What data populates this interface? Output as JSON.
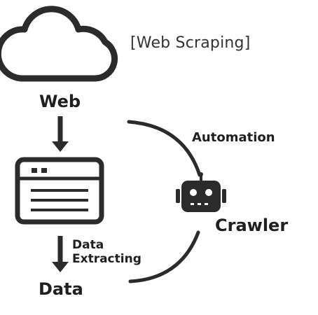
{
  "diagram": {
    "title": "[Web Scraping]",
    "nodes": {
      "web": "Web",
      "data": "Data",
      "crawler": "Crawler"
    },
    "edges": {
      "automation": "Automation",
      "data_extracting_line1": "Data",
      "data_extracting_line2": "Extracting"
    },
    "icons": {
      "cloud": "cloud-icon",
      "browser": "browser-window-icon",
      "robot": "robot-icon"
    },
    "colors": {
      "stroke": "#2b2b2b",
      "text": "#1f1f1f",
      "background": "#ffffff"
    }
  }
}
